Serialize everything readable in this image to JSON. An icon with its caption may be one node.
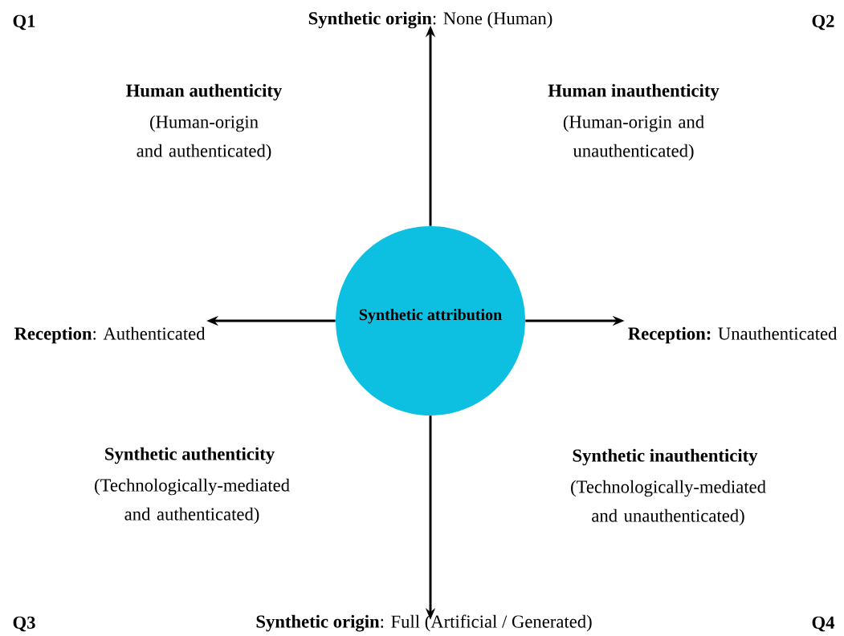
{
  "diagram": {
    "nodes": [
      {
        "text": [
          "Synthetic attribution"
        ]
      },
      {
        "text": [
          "**Synthetic origin**: None (Human)"
        ]
      },
      {
        "text": [
          "**Reception**: Authenticated"
        ]
      },
      {
        "text": [
          "**Reception:** Unauthenticated"
        ]
      },
      {
        "text": [
          "**Synthetic origin**: Full (Artificial / Generated)"
        ]
      }
    ],
    "edges": [
      {
        "from": 0,
        "to": 1,
        "arrow": "to"
      },
      {
        "from": 0,
        "to": 2,
        "arrow": "to"
      },
      {
        "from": 0,
        "to": 3,
        "arrow": "to"
      },
      {
        "from": 0,
        "to": 4,
        "arrow": "to"
      }
    ],
    "labels": [
      "Q1",
      "Q2",
      "Human authenticity",
      "(Human-origin and authenticated)",
      "Human inauthenticity",
      "(Human-origin and unauthenticated)",
      "Synthetic authenticity",
      "(Technologically-mediated and authenticated)",
      "Synthetic inauthenticity",
      "(Technologically-mediated and unauthenticated)",
      "Q3",
      "Q4"
    ]
  }
}
